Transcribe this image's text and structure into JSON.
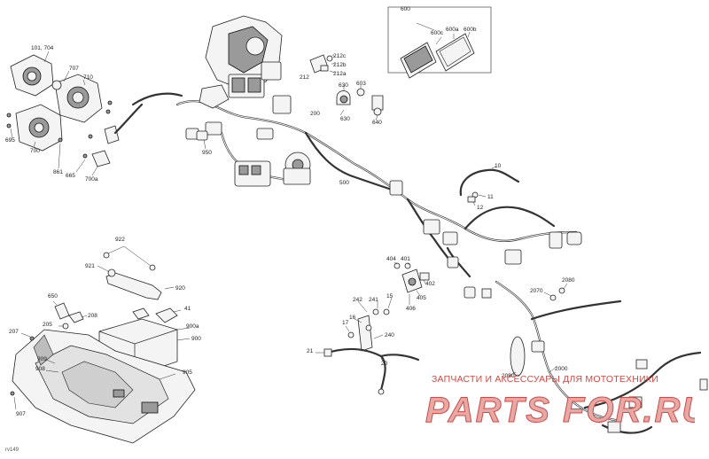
{
  "diagram": {
    "code": "rv149",
    "callouts": [
      {
        "id": "c600",
        "text": "600"
      },
      {
        "id": "c600c",
        "text": "600c"
      },
      {
        "id": "c600a",
        "text": "600a"
      },
      {
        "id": "c600b",
        "text": "600b"
      },
      {
        "id": "c212c",
        "text": "212c"
      },
      {
        "id": "c212b",
        "text": "212b"
      },
      {
        "id": "c212a",
        "text": "212a"
      },
      {
        "id": "c212",
        "text": "212"
      },
      {
        "id": "c630a",
        "text": "630"
      },
      {
        "id": "c603",
        "text": "603"
      },
      {
        "id": "c630b",
        "text": "630"
      },
      {
        "id": "c640",
        "text": "640"
      },
      {
        "id": "c200",
        "text": "200"
      },
      {
        "id": "c101704",
        "text": "101, 704"
      },
      {
        "id": "c707",
        "text": "707"
      },
      {
        "id": "c710",
        "text": "710"
      },
      {
        "id": "c695",
        "text": "695"
      },
      {
        "id": "c700",
        "text": "700"
      },
      {
        "id": "c861",
        "text": "861"
      },
      {
        "id": "c665",
        "text": "665"
      },
      {
        "id": "c700a",
        "text": "700a"
      },
      {
        "id": "c950",
        "text": "950"
      },
      {
        "id": "c500",
        "text": "500"
      },
      {
        "id": "c10",
        "text": "10"
      },
      {
        "id": "c11",
        "text": "11"
      },
      {
        "id": "c12",
        "text": "12"
      },
      {
        "id": "c922",
        "text": "922"
      },
      {
        "id": "c921",
        "text": "921"
      },
      {
        "id": "c920",
        "text": "920"
      },
      {
        "id": "c650",
        "text": "650"
      },
      {
        "id": "c208",
        "text": "208"
      },
      {
        "id": "c41",
        "text": "41"
      },
      {
        "id": "c205",
        "text": "205"
      },
      {
        "id": "c900a",
        "text": "900a"
      },
      {
        "id": "c207",
        "text": "207"
      },
      {
        "id": "c900",
        "text": "900"
      },
      {
        "id": "c909",
        "text": "909"
      },
      {
        "id": "c908",
        "text": "908"
      },
      {
        "id": "c905",
        "text": "905"
      },
      {
        "id": "c907",
        "text": "907"
      },
      {
        "id": "c404",
        "text": "404"
      },
      {
        "id": "c401",
        "text": "401"
      },
      {
        "id": "c402",
        "text": "402"
      },
      {
        "id": "c405",
        "text": "405"
      },
      {
        "id": "c406",
        "text": "406"
      },
      {
        "id": "c242",
        "text": "242"
      },
      {
        "id": "c241",
        "text": "241"
      },
      {
        "id": "c15",
        "text": "15"
      },
      {
        "id": "c16",
        "text": "16"
      },
      {
        "id": "c17",
        "text": "17"
      },
      {
        "id": "c240",
        "text": "240"
      },
      {
        "id": "c21",
        "text": "21"
      },
      {
        "id": "c20",
        "text": "20"
      },
      {
        "id": "c2070",
        "text": "2070"
      },
      {
        "id": "c2080",
        "text": "2080"
      },
      {
        "id": "c2090",
        "text": "2090"
      },
      {
        "id": "c2000",
        "text": "2000"
      }
    ]
  },
  "watermark": {
    "caption": "ЗАПЧАСТИ И АКСЕССУАРЫ ДЛЯ МОТОТЕХНИКИ",
    "logo": "PARTS FOR.RU",
    "color": "#cf4a45"
  }
}
